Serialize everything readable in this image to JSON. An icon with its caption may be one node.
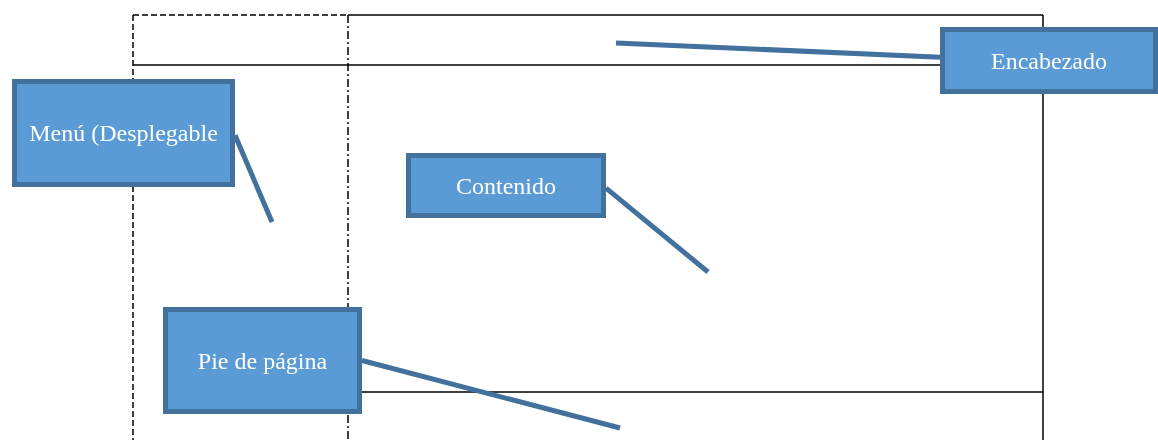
{
  "diagram": {
    "nodes": [
      {
        "text": [
          "Encabezado"
        ]
      },
      {
        "text": [
          "Menú (Desplegable"
        ]
      },
      {
        "text": [
          "Contenido"
        ]
      },
      {
        "text": [
          "Pie de página"
        ]
      }
    ],
    "edges": [
      {
        "from": 0,
        "to": null,
        "arrow": "none"
      },
      {
        "from": 1,
        "to": null,
        "arrow": "none"
      },
      {
        "from": 2,
        "to": null,
        "arrow": "none"
      },
      {
        "from": 3,
        "to": null,
        "arrow": "none"
      }
    ]
  }
}
